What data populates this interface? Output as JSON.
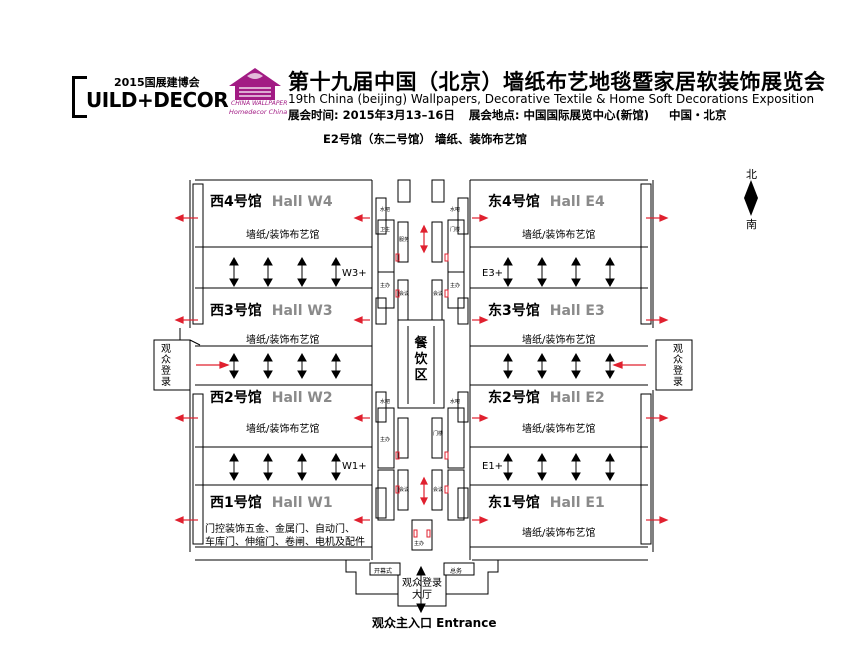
{
  "header": {
    "logo_build_year": "2015国展建博会",
    "logo_build_text": "UILD+DECOR",
    "logo_cw_line1": "CHINA WALLPAPER",
    "logo_cw_line2": "Homedecor China",
    "title_cn": "第十九届中国（北京）墙纸布艺地毯暨家居软装饰展览会",
    "title_en": "19th China (beijing)  Wallpapers, Decorative Textile & Home Soft Decorations Exposition",
    "info_time_label": "展会时间:",
    "info_time_value": "2015年3月13–16日",
    "info_place_label": "展会地点:",
    "info_place_value": "中国国际展览中心(新馆)",
    "info_city": "中国・北京",
    "hall_line": "E2号馆（东二号馆）  墙纸、装饰布艺馆"
  },
  "compass": {
    "north": "北",
    "south": "南"
  },
  "halls": {
    "W4": {
      "cn": "西4号馆",
      "en": "Hall W4",
      "sub": "墙纸/装饰布艺馆"
    },
    "W3": {
      "cn": "西3号馆",
      "en": "Hall W3",
      "sub": "墙纸/装饰布艺馆"
    },
    "W2": {
      "cn": "西2号馆",
      "en": "Hall W2",
      "sub": "墙纸/装饰布艺馆"
    },
    "W1": {
      "cn": "西1号馆",
      "en": "Hall W1",
      "sub1": "门控装饰五金、金属门、自动门、",
      "sub2": "车库门、伸缩门、卷闸、电机及配件"
    },
    "E4": {
      "cn": "东4号馆",
      "en": "Hall E4",
      "sub": "墙纸/装饰布艺馆"
    },
    "E3": {
      "cn": "东3号馆",
      "en": "Hall E3",
      "sub": "墙纸/装饰布艺馆"
    },
    "E2": {
      "cn": "东2号馆",
      "en": "Hall E2",
      "sub": "墙纸/装饰布艺馆"
    },
    "E1": {
      "cn": "东1号馆",
      "en": "Hall E1",
      "sub": "墙纸/装饰布艺馆"
    }
  },
  "connectors": {
    "W3": "W3+",
    "W1": "W1+",
    "E3": "E3+",
    "E1": "E1+"
  },
  "dining": "餐饮区",
  "visitor_reg_left": "观众登录",
  "visitor_reg_right": "观众登录",
  "lobby": "观众登录大厅",
  "lobby_left_box": "开幕式",
  "lobby_right_box": "总务",
  "entrance": "观众主入口 Entrance",
  "tiny_labels": {
    "water": "水吧",
    "entry": "门楼",
    "office": "主办",
    "meeting": "会议",
    "toilet": "卫生",
    "service": "服务"
  },
  "colors": {
    "arrow_red": "#e0202f",
    "brand_purple": "#a21b84",
    "hall_en_gray": "#8a8a8a"
  }
}
